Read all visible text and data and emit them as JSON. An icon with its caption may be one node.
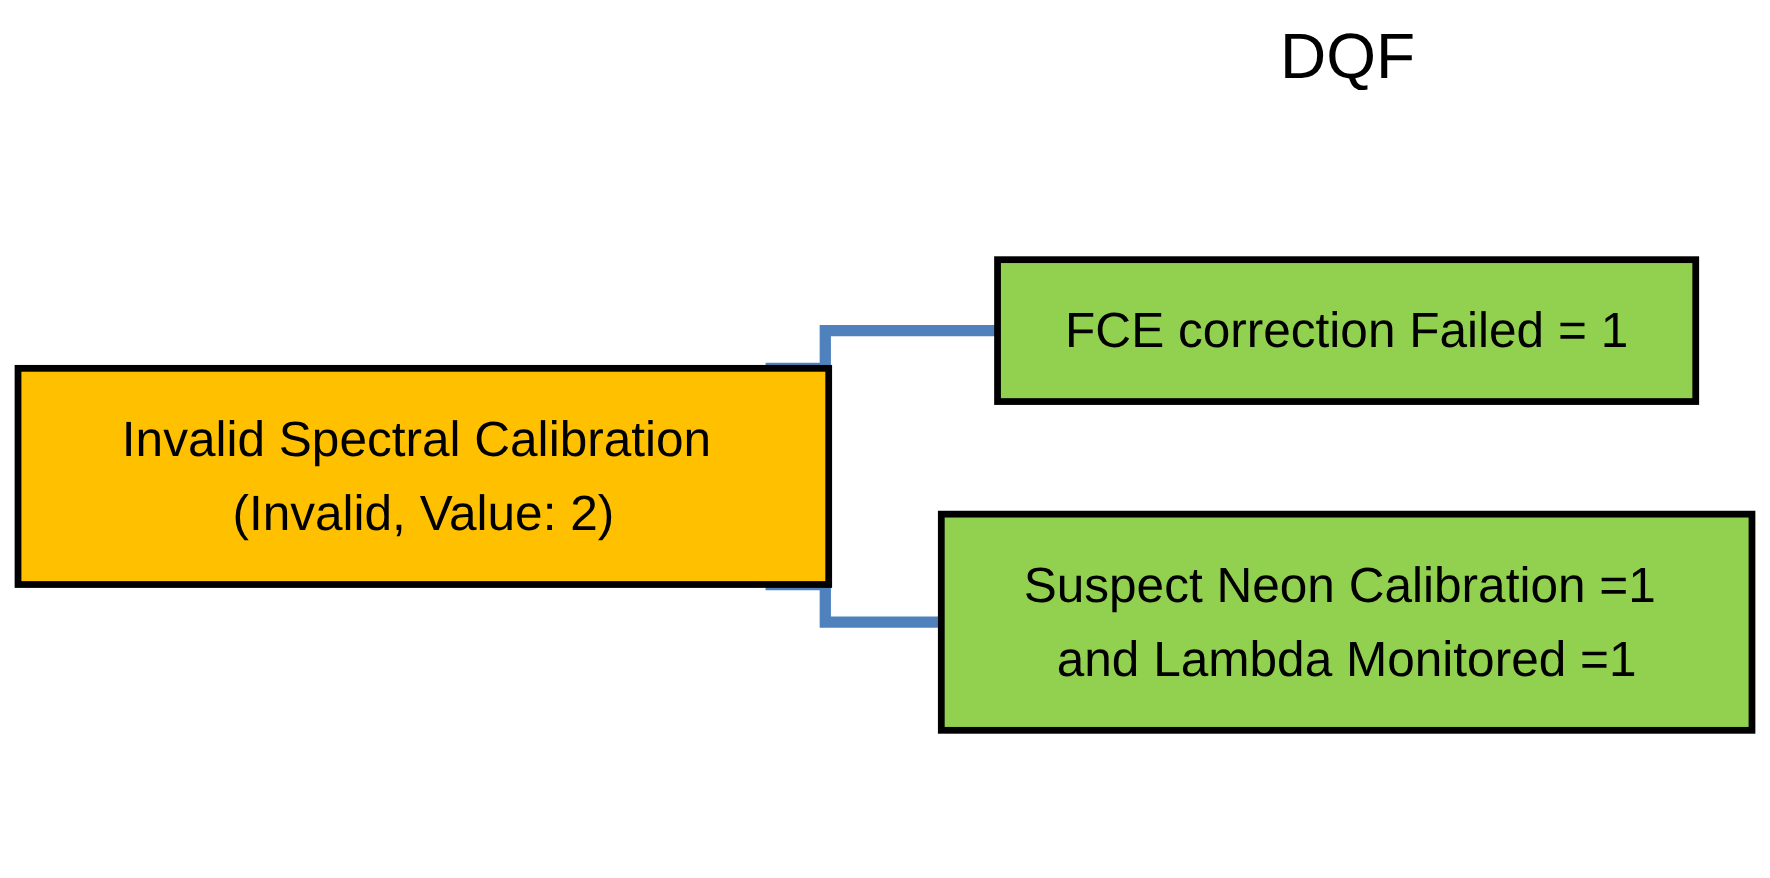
{
  "diagram": {
    "nodes": [
      {
        "text": [
          "Invalid Spectral Calibration (Invalid, Value: 2)"
        ]
      },
      {
        "text": [
          "FCE correction Failed = 1"
        ]
      },
      {
        "text": [
          "Suspect Neon Calibration =1 and Lambda Monitored =1"
        ]
      }
    ],
    "edges": [
      {
        "from": 0,
        "to": 1,
        "arrow": "none"
      },
      {
        "from": 0,
        "to": 2,
        "arrow": "none"
      }
    ],
    "labels": [
      "DQF"
    ]
  }
}
